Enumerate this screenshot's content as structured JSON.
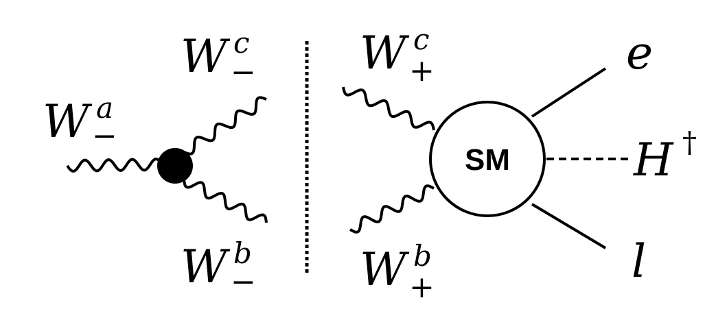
{
  "diagram": {
    "left": {
      "incoming": {
        "base": "W",
        "sup": "a",
        "sub": "−"
      },
      "upper_out": {
        "base": "W",
        "sup": "c",
        "sub": "−"
      },
      "lower_out": {
        "base": "W",
        "sup": "b",
        "sub": "−"
      }
    },
    "right": {
      "upper_in": {
        "base": "W",
        "sup": "c",
        "sub": "+"
      },
      "lower_in": {
        "base": "W",
        "sup": "b",
        "sub": "+"
      },
      "blob_label": "SM",
      "out_top": "e",
      "out_mid": {
        "base": "H",
        "sup": "†"
      },
      "out_bottom": "l"
    }
  }
}
